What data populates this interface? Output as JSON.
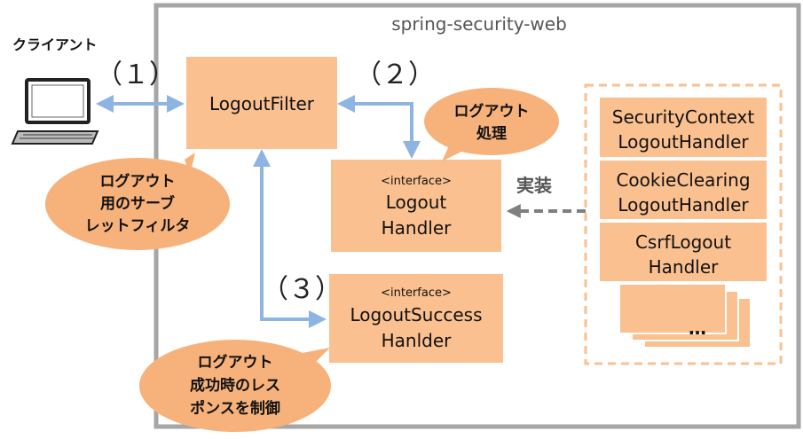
{
  "container_title": "spring-security-web",
  "client_label": "クライアント",
  "steps": {
    "step1": "（１）",
    "step2": "（２）",
    "step3": "（３）"
  },
  "logout_filter": {
    "label": "LogoutFilter"
  },
  "logout_handler": {
    "stereotype": "<interface>",
    "line1": "Logout",
    "line2": "Handler"
  },
  "logout_success_handler": {
    "stereotype": "<interface>",
    "line1": "LogoutSuccess",
    "line2": "Hanlder"
  },
  "implementations": {
    "label": "実装",
    "items": [
      {
        "line1": "SecurityContext",
        "line2": "LogoutHandler"
      },
      {
        "line1": "CookieClearing",
        "line2": "LogoutHandler"
      },
      {
        "line1": "CsrfLogout",
        "line2": "Handler"
      }
    ],
    "more": "…"
  },
  "bubbles": {
    "filter_note": [
      "ログアウト",
      "用のサーブ",
      "レットフィルタ"
    ],
    "handler_note": [
      "ログアウト",
      "処理"
    ],
    "success_note": [
      "ログアウト",
      "成功時のレス",
      "ポンスを制御"
    ]
  },
  "colors": {
    "box_fill": "#FAC090",
    "bubble_fill": "#F7B27B",
    "arrow_blue": "#8EB4E3",
    "dashed_gray": "#7F7F7F",
    "frame_gray": "#A6A6A6"
  }
}
